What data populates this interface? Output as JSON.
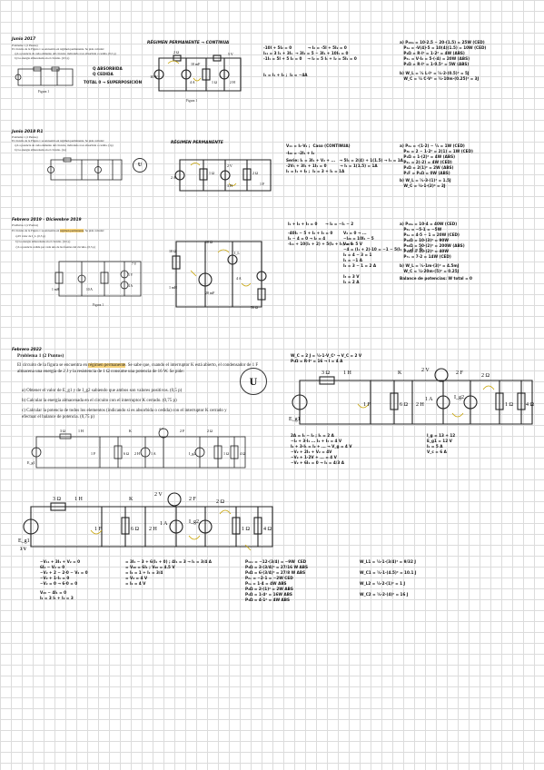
{
  "sections": [
    {
      "id": "s1",
      "exam_label": "Junio 2017",
      "problem_title": "Problema 1 (2 Puntos)",
      "statement": "El circuito de la Figura 1 se encuentra en régimen permanente. Se pide calcular:",
      "questions": [
        "a) La potencia de cada elemento del circuito, indicando si es absorbida o cedida. (0,5 p)",
        "b) La energía almacenada en el circuito. (0,5 p)"
      ],
      "figure_caption": "Figura 1",
      "side_notes": [
        "Q ABSORBIDA",
        "Q CEDIDA"
      ],
      "side_note_end": "TOTAL 0 → SUPERPOSICIÓN",
      "circuit_heading": "RÉGIMEN PERMANENTE → CONTINUA",
      "source_labels": [
        "10 V",
        "5 V",
        "4 A",
        "2 Ω",
        "1 Ω",
        "2 H",
        "10 mF"
      ],
      "work_col1": [
        "-10I + 5I₂ = 0            → I₂ = -5I + 5I₂ = 0",
        "I₁₁ = 3 I₁ + 3I₁  → 3I₁ = 5 − 3I₁ + 10I₁ = 0",
        "-1I₁ = 5I + 5 I₂ = 0    → I₂ = 5 I₁ + I₂ = 5I₁ = 0"
      ],
      "work_col1_end": "I₁ = I₁ + I₂ ;  I₂ = −4A",
      "work_col3": [
        "a) P₁₀ₘ = 10·2.5 − 20·(1.5) = 25W (CED)",
        "   P₄ₐ = -V(4)·5 = 10(4)(1.5) = 10W (CED)",
        "   P₂Ω = R·I² = 1·2² = 4W (ABS)",
        "   P₅ᵥ = V·I₂ = 5·(-4) = 20W (ABS)",
        "   P₁Ω = R·I² = 1·0.5² = 5W (ABS)",
        "b) W_L = ½ L·I² = ½·2·(0.5)² = 5J",
        "   W_C = ½ C·V² = ½·10m·(0.25)² = 3J"
      ]
    },
    {
      "id": "s2",
      "exam_label": "Junio 2018 P.1",
      "problem_title": "Problema 1 (2 Puntos)",
      "statement": "El circuito de la Figura 1 se encuentra en régimen permanente. Se pide calcular:",
      "questions": [
        "a) La potencia de cada elemento del circuito, indicando si es absorbida o cedida. (1p)",
        "b) La energía almacenada en el circuito. (1p)"
      ],
      "circuit_heading": "RÉGIMEN PERMANENTE",
      "source_labels": [
        "2 A",
        "1 Ω",
        "3 H",
        "2 V",
        "2 Ω",
        "1 F"
      ],
      "work_col1": [
        "V₁₁ = I₁·V₂ ;  Caso (CONTINUA)",
        "-I₂₀ = -2I₁ + I₂",
        "Serie: I₁ = 3I₁ + V₂ + ...   → 5I₁ = 2(4) + 1(1.5) → I₁ = 1A",
        "-2V₁ + 3I₁ + 1I₁ = 0          → I₁ = 1(1.5) = 1A",
        "I₁ = I₁ + I₂ ;  I₂ = 3 + I₁ = 1A"
      ],
      "work_col3": [
        "a) P₂ₐ = -(1·2) − ½ = 1W (CED)",
        "   P₃ₕ = 2 − 1·2² = 2(1) = 1W (CED)",
        "   P₁Ω = 1·(2)² = 4W (ABS)",
        "   P₂ᵥ = 2(-2) = 4W (CED)",
        "   P₂Ω = 2(1)² = 2W (ABS)",
        "   P₁F = P₂Ω = 0W (ABS)",
        "b) W_L = ½·3·(1)² = 1.5J",
        "   W_C = ½·1·(2)² = 2J"
      ]
    },
    {
      "id": "s3",
      "exam_label": "Febrero 2019 - Diciembre 2019",
      "problem_title": "Problema 1 (2 Puntos)",
      "statement_pre": "El circuito de la Figura 1 se encuentra en ",
      "statement_hl": "régimen permanente",
      "statement_post": ". Se pide calcular:",
      "questions": [
        "a) El valor de I_L. (0,5 p)",
        "b) La energía almacenada en el circuito. (0,5 p)",
        "c) La potencia cedida por cada una de las fuentes del circuito. (0,5 p)"
      ],
      "figure_caption": "Figura 1",
      "source_labels": [
        "10 Ω",
        "5 V",
        "I_L",
        "10 A",
        "1 mH",
        "20 mF",
        "4 A",
        "7 V",
        "50 Ω",
        "10 Ω"
      ],
      "work_col1": [
        "I₁ + I₂ + I₃ = 0      → I₂ = −I₁ − 2",
        "-40I₁ − 5 + I₂ + I₃ = 0",
        "I₂ − 4 = 0 → I₂ = 4",
        "-I₁₁ + 10(I₁ + 2) + 5(I₂ + I₃) = 0"
      ],
      "work_col2": [
        "V₂ = 0 → ...",
        "−I₂₀ = 10I₁ − 5",
        "V₂₀ = 5 V",
        "−4 = (I₁ + 2)·10 = −1 − 5(I₁ + ...) = 0",
        "I₂ = 4 − 3 = 1",
        "I₁ = −1 A",
        "I₂ = 3 − 1 = 2 A",
        "I₃ = 3 V",
        "I₄ = 2 A"
      ],
      "work_col3": [
        "a) P₁₀ₐ = 10·4 = 40W (CED)",
        "   P₅ᵥ = −5·1 = −5W",
        "   P₄ₐ = 4·5 − 1 = 20W (CED)",
        "   P₁₀Ω = 10·(3)² = 90W",
        "   P₅₀Ω = 50·(2)² = 200W (ABS)",
        "   P₁₀Ω = 10·(2)² = 40W",
        "   P₇ᵥ = 7·2 = 14W (CED)",
        "b) W_L = ½·1m·(3)² = 4.5mJ",
        "   W_C = ½·20m·(5)² = 0.25J"
      ],
      "work_col3_note": "Balance de potencias: W total = 0"
    },
    {
      "id": "s4",
      "exam_label": "Febrero 2022",
      "problem_title": "Problema 1 (2 Puntos)",
      "statement_pre": "El circuito de la figura se encuentra en ",
      "statement_hl": "régimen permanente",
      "statement_post": ". Se sabe que, cuando el interruptor K está abierto, el condensador de 1 F almacena una energía de 2 J y la resistencia de 1 Ω consume una potencia de 16 W. Se pide:",
      "questions": [
        "a) Obtener el valor de E_g1 y de I_g2 sabiendo que ambos son valores positivos. (0,5 p)",
        "b) Calcular la energía almacenada en el circuito con el interruptor K cerrado. (0,75 p)",
        "c) Calcular la potencia de todos los elementos (indicando si es absorbida o cedida) con el interruptor K cerrado y efectuar el balance de potencia. (0,75 p)"
      ],
      "top_work": [
        "W_C = 2 J = ½·1·V_C² → V_C = 2 V",
        "P₁Ω = R·I² = 16 → I = 4 A"
      ],
      "circuit_labels": [
        "3 Ω",
        "1 H",
        "K",
        "2 V",
        "2 F",
        "2 Ω",
        "E_g1",
        "1 F",
        "6 Ω",
        "2 H",
        "1 A",
        "I_g2",
        "1 Ω",
        "4 Ω"
      ],
      "mid_work": [
        "2A = I₁ − I₂ ; I₁ = 2 A",
        "−I₂ + 3·I₁ ... I₂ + I₃ = 4 V",
        "I₂ + 3·I₁ = I₂ + ... → V_g = 4 V",
        "−V₂ + 2I₁ + V₂ = 4V",
        "−V₂ + 1·2V + ... = 4 V",
        "−V₂ + 6I₁ = 0 → I₁ = 4/3 A"
      ],
      "mid_work_right": [
        "I_g = 13 + 12",
        "E_g1 = 12 V",
        "I₁ = 5 A",
        "V_c = 6 A"
      ]
    },
    {
      "id": "s5",
      "circuit_labels": [
        "3 Ω",
        "1 H",
        "K",
        "2 V",
        "2 F",
        "2 Ω",
        "E_g1",
        "1 F",
        "6 Ω",
        "2 H",
        "1 A",
        "I_g2",
        "1 Ω",
        "4 Ω",
        "3 V"
      ],
      "work_col1": [
        "−V₁₁ + 3I₁ + V₂ = 0",
        "6I₁ − V₂ = 0",
        "−V₂ + 2 − 2·0 − V₂ = 0",
        "−V₂ + 1·I₁ = 0",
        "−V₂ = 0 → 6·0 = 0",
        "V₂₀ − 4I₁ = 0",
        "I₂ = 3 I₁ + I₂ = 3"
      ],
      "work_col2": [
        "= 3I₁ − 3 + 6(I₁ + 0) ; 4I₁ = 3 → I₁ = 3/4 A",
        "= V₂₀ = 6I₁ ; V₂₀ = 4.5 V",
        "= I₂ = 1 + I₁ = 3/4",
        "= V₂ = 4 V",
        "= I₂ = 4 V"
      ],
      "work_col3": [
        "P₁₂ᵥ = −12·(3/4) = −9W  CED",
        "P₃Ω = 3·(3/4)² = 27/16 W ABS",
        "P₆Ω = 6·(3/4)² = 27/8 W ABS",
        "P₂ᵥ = −2·1 = −2W CED",
        "P₁ₐ = 1·4 = 4W ABS",
        "P₂Ω = 2·(1)² = 2W ABS",
        "P₁Ω = 1·4² = 16W ABS",
        "P₄Ω = 4·1² = 4W ABS"
      ],
      "work_col4": [
        "W_L1 = ½·1·(3/4)² = 9/32 J",
        "W_C1 = ½·1·(4.5)² = 10.1 J",
        "W_L2 = ½·2·(1)² = 1 J",
        "W_C2 = ½·2·(4)² = 16 J"
      ]
    }
  ]
}
